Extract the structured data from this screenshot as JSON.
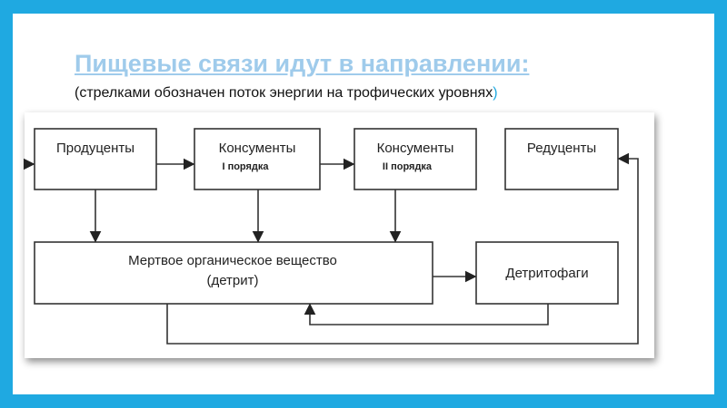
{
  "title": "Пищевые связи идут в направлении:",
  "subtitle": "(стрелками обозначен поток энергии на трофических уровнях",
  "subtitle_close": ")",
  "diagram": {
    "producers": "Продуценты",
    "consumers1": "Консументы",
    "consumers1_order": "I порядка",
    "consumers2": "Консументы",
    "consumers2_order": "II порядка",
    "reducers": "Редуценты",
    "detritus_line1": "Мертвое органическое вещество",
    "detritus_line2": "(детрит)",
    "detritophages": "Детритофаги"
  },
  "colors": {
    "frame": "#1fa9e1",
    "title": "#9fcbeb"
  }
}
